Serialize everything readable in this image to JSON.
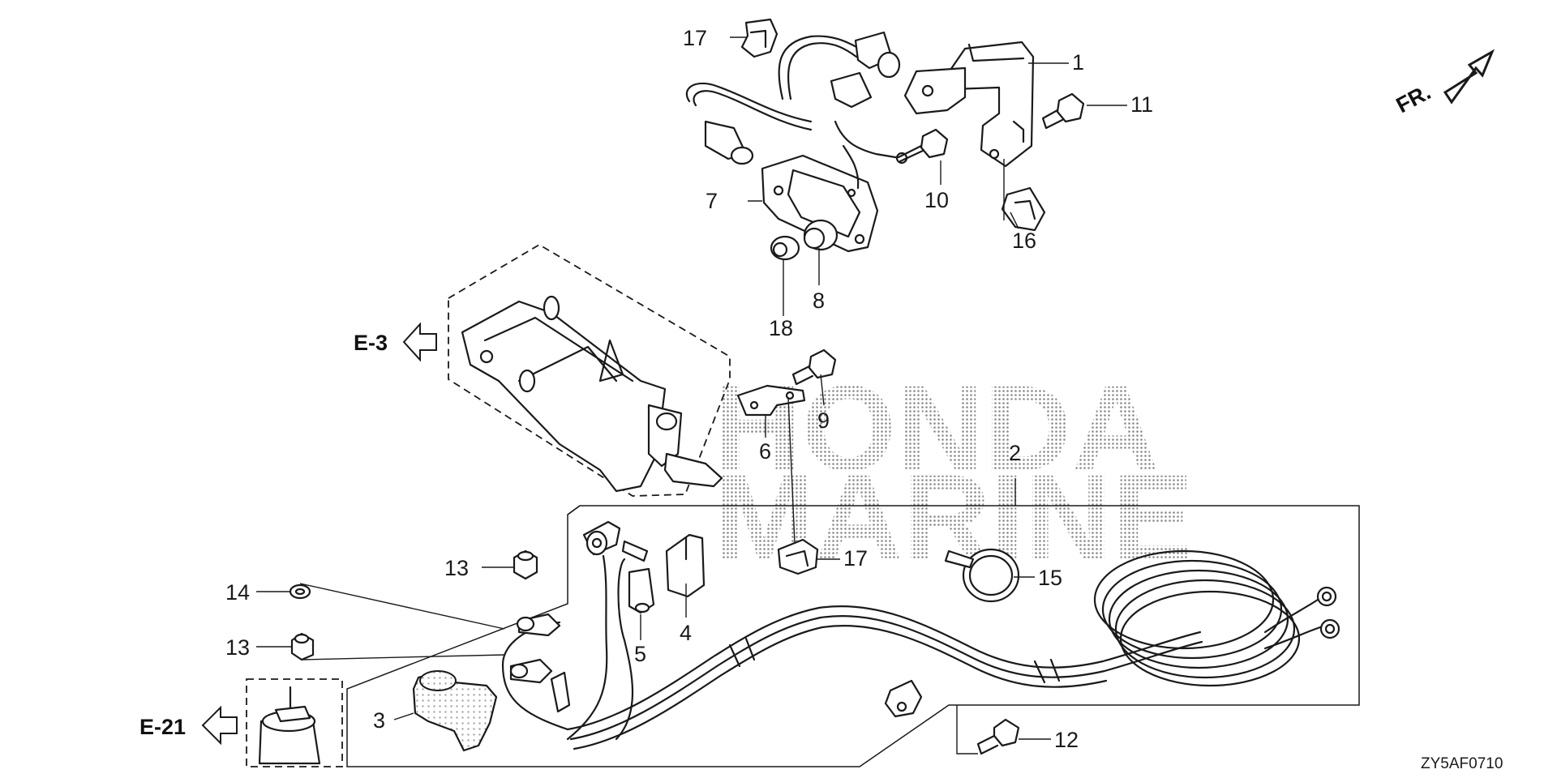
{
  "watermark": {
    "line1": "HONDA",
    "line2": "MARINE"
  },
  "orientation": {
    "label": "FR."
  },
  "references": [
    {
      "id": "e3",
      "label": "E-3"
    },
    {
      "id": "e21",
      "label": "E-21"
    }
  ],
  "callouts": {
    "c1": "1",
    "c2": "2",
    "c3": "3",
    "c4": "4",
    "c5": "5",
    "c6": "6",
    "c7": "7",
    "c8": "8",
    "c9": "9",
    "c10": "10",
    "c11": "11",
    "c12": "12",
    "c13a": "13",
    "c13b": "13",
    "c14": "14",
    "c15": "15",
    "c16": "16",
    "c17a": "17",
    "c17b": "17",
    "c18": "18"
  },
  "figure_code": "ZY5AF0710"
}
